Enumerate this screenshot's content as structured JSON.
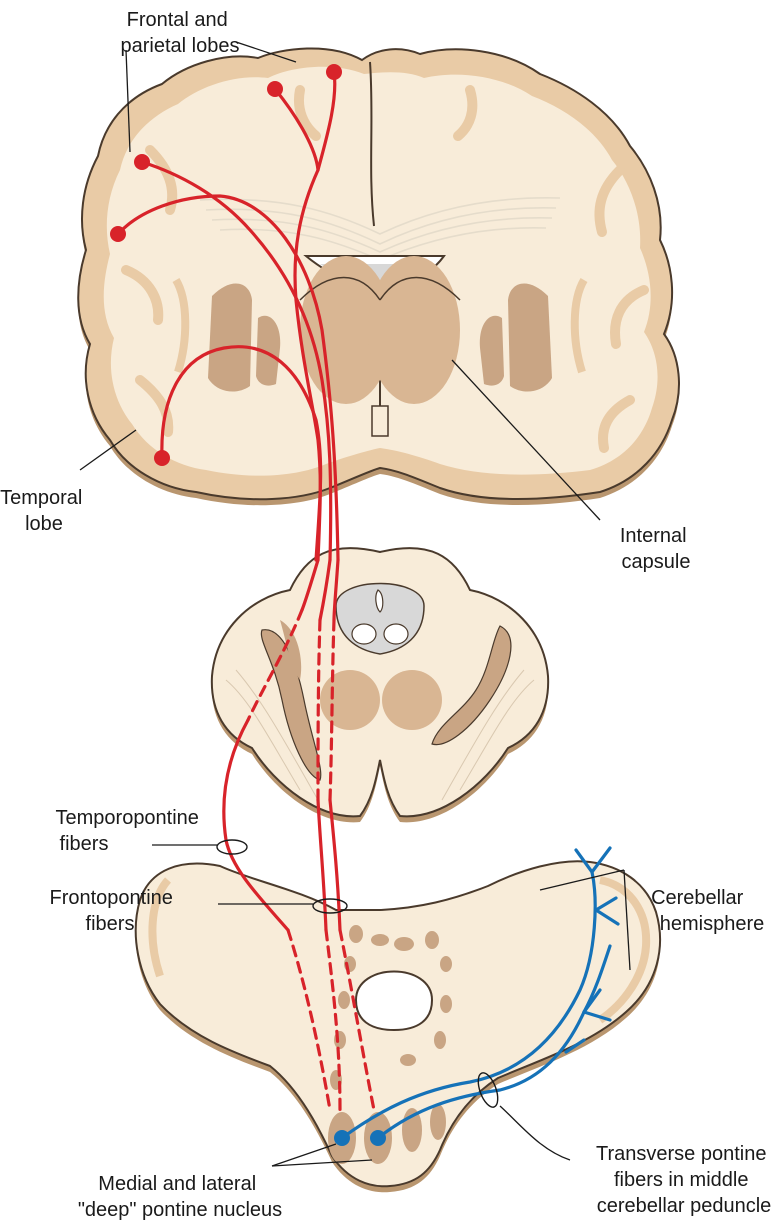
{
  "colors": {
    "tissue_light": "#f8ecd9",
    "tissue_mid": "#e9cba6",
    "tissue_dark": "#c9a584",
    "ventricle": "#d8d8d8",
    "red_tract": "#d8232a",
    "blue_tract": "#1572b8"
  },
  "labels": {
    "frontal_parietal_line1": "Frontal and",
    "frontal_parietal_line2": "parietal lobes",
    "temporal_line1": "Temporal",
    "temporal_line2": "lobe",
    "internal_capsule_line1": "Internal",
    "internal_capsule_line2": "capsule",
    "temporopontine_line1": "Temporopontine",
    "temporopontine_line2": "fibers",
    "frontopontine_line1": "Frontopontine",
    "frontopontine_line2": "fibers",
    "cerebellar_line1": "Cerebellar",
    "cerebellar_line2": "hemisphere",
    "transverse_line1": "Transverse pontine",
    "transverse_line2": "fibers in middle",
    "transverse_line3": "cerebellar peduncle",
    "pontine_nucleus_line1": "Medial and lateral",
    "pontine_nucleus_line2": "\"deep\" pontine nucleus"
  },
  "icons": {
    "brain": "coronal-brain-section-icon",
    "midbrain": "midbrain-section-icon",
    "pons": "pons-cerebellum-section-icon"
  }
}
